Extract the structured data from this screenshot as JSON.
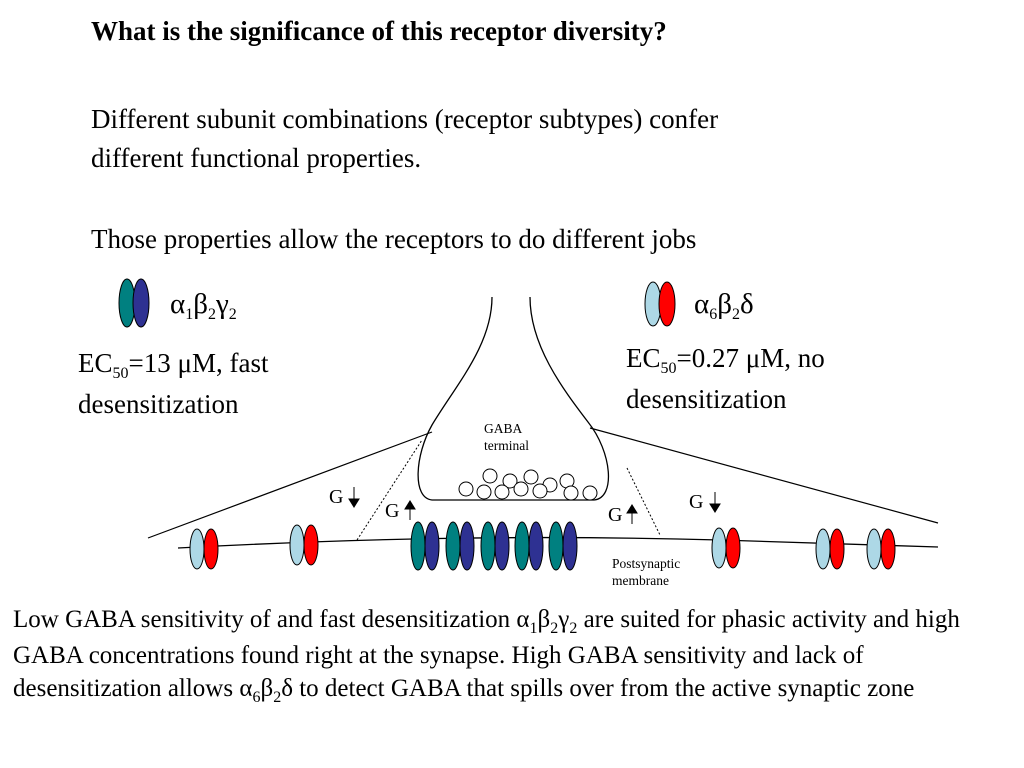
{
  "question": "What is the significance of this receptor diversity?",
  "paragraph1_line1": "Different subunit combinations (receptor subtypes) confer",
  "paragraph1_line2": "different functional properties.",
  "paragraph2": "Those properties allow the receptors to do different jobs",
  "receptor_left": {
    "name_parts": [
      "α",
      "1",
      "β",
      "2",
      "γ",
      "2"
    ],
    "ec_prefix": "EC",
    "ec_sub": "50",
    "ec_text": "=13 μM, fast desensitization",
    "colors": [
      "#008080",
      "#2e3192"
    ]
  },
  "receptor_right": {
    "name_parts": [
      "α",
      "6",
      "β",
      "2",
      "δ"
    ],
    "ec_prefix": "EC",
    "ec_sub": "50",
    "ec_text": "=0.27 μM, no desensitization",
    "colors": [
      "#add8e6",
      "#ff0000"
    ]
  },
  "diagram_labels": {
    "terminal": "GABA terminal",
    "postsynaptic": "Postsynaptic membrane",
    "g": "G"
  },
  "bottom": {
    "t1": "Low GABA sensitivity of and fast desensitization ",
    "s1": "α",
    "s1sub": "1",
    "s2": "β",
    "s2sub": "2",
    "s3": "γ",
    "s3sub": "2",
    "t2": " are suited for phasic activity and high GABA concentrations found right at the synapse.  High GABA sensitivity and lack of desensitization allows ",
    "u1": "α",
    "u1sub": "6",
    "u2": "β",
    "u2sub": "2",
    "u3": "δ",
    "t3": " to detect GABA that spills over from the active synaptic zone"
  }
}
